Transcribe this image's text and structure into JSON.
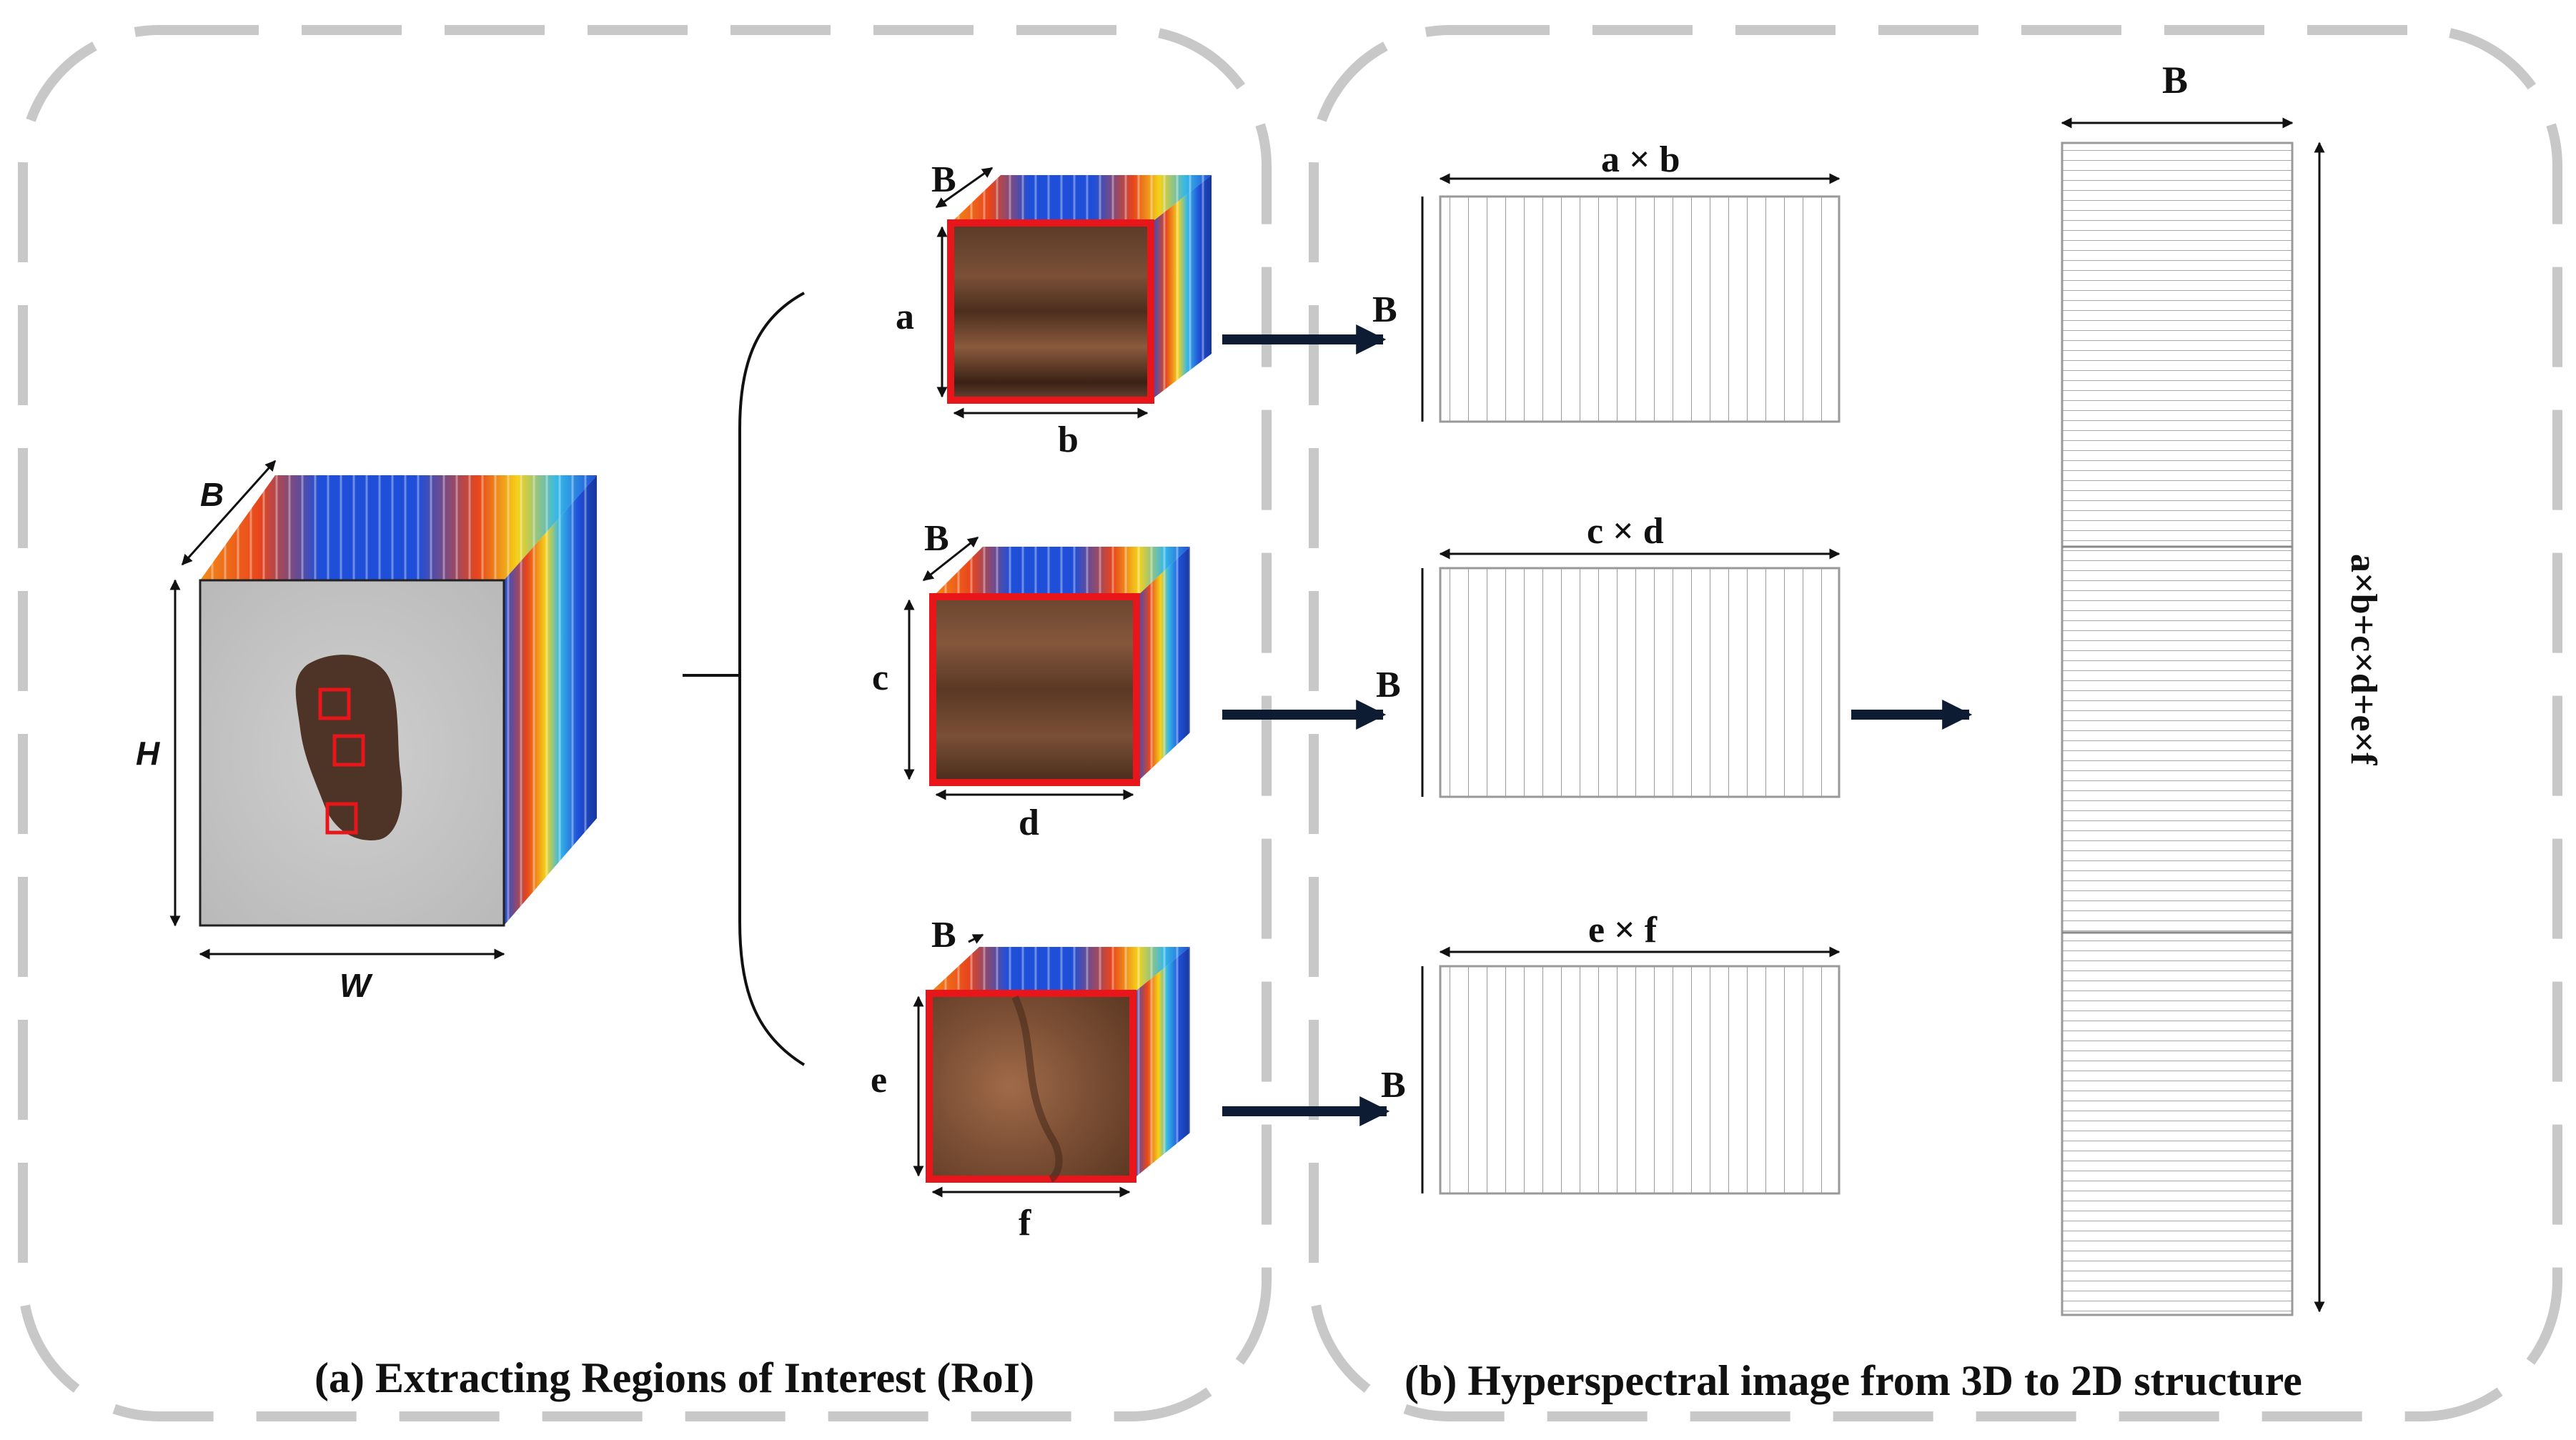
{
  "panel_a": {
    "caption": "(a)  Extracting Regions of Interest (RoI)",
    "main_cube": {
      "label_b": "B",
      "label_h": "H",
      "label_w": "W",
      "roi_count": 3
    },
    "roi_cubes": [
      {
        "depth_label": "B",
        "height_label": "a",
        "width_label": "b"
      },
      {
        "depth_label": "B",
        "height_label": "c",
        "width_label": "d"
      },
      {
        "depth_label": "B",
        "height_label": "e",
        "width_label": "f"
      }
    ]
  },
  "panel_b": {
    "caption": "(b)  Hyperspectral image from 3D to 2D structure",
    "matrices": [
      {
        "width_label": "a × b",
        "height_label": "B"
      },
      {
        "width_label": "c × d",
        "height_label": "B"
      },
      {
        "width_label": "e × f",
        "height_label": "B"
      }
    ],
    "combined": {
      "width_label": "B",
      "height_label": "a×b+c×d+e×f"
    }
  },
  "colors": {
    "roi_border": "#e8151b",
    "arrow": "#0d1b33",
    "panel_border": "#c8c8c8",
    "spectral_blue": "#1f4fd8",
    "spectral_red": "#e8451b"
  }
}
